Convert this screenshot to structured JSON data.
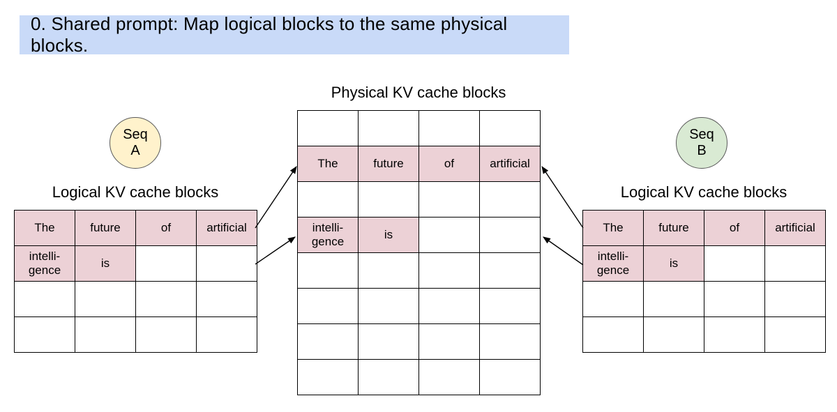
{
  "banner": {
    "text": "0. Shared prompt: Map logical blocks to the same physical blocks."
  },
  "colors": {
    "banner_bg": "#c9daf8",
    "pink_cell": "#ecd1d6",
    "seq_a_fill": "#fff2cc",
    "seq_b_fill": "#d9ead3",
    "table_border": "#000000"
  },
  "seq_a": {
    "label": "Seq\nA"
  },
  "seq_b": {
    "label": "Seq\nB"
  },
  "physical_table": {
    "heading": "Physical KV cache blocks",
    "rows": [
      [
        "",
        "",
        "",
        ""
      ],
      [
        "The",
        "future",
        "of",
        "artificial"
      ],
      [
        "",
        "",
        "",
        ""
      ],
      [
        "intelli-\ngence",
        "is",
        "",
        ""
      ],
      [
        "",
        "",
        "",
        ""
      ],
      [
        "",
        "",
        "",
        ""
      ],
      [
        "",
        "",
        "",
        ""
      ],
      [
        "",
        "",
        "",
        ""
      ]
    ],
    "pink_cells": [
      [
        1,
        0
      ],
      [
        1,
        1
      ],
      [
        1,
        2
      ],
      [
        1,
        3
      ],
      [
        3,
        0
      ],
      [
        3,
        1
      ]
    ]
  },
  "left_table": {
    "heading": "Logical KV cache blocks",
    "rows": [
      [
        "The",
        "future",
        "of",
        "artificial"
      ],
      [
        "intelli-\ngence",
        "is",
        "",
        ""
      ],
      [
        "",
        "",
        "",
        ""
      ],
      [
        "",
        "",
        "",
        ""
      ]
    ],
    "pink_cells": [
      [
        0,
        0
      ],
      [
        0,
        1
      ],
      [
        0,
        2
      ],
      [
        0,
        3
      ],
      [
        1,
        0
      ],
      [
        1,
        1
      ]
    ]
  },
  "right_table": {
    "heading": "Logical KV cache blocks",
    "rows": [
      [
        "The",
        "future",
        "of",
        "artificial"
      ],
      [
        "intelli-\ngence",
        "is",
        "",
        ""
      ],
      [
        "",
        "",
        "",
        ""
      ],
      [
        "",
        "",
        "",
        ""
      ]
    ],
    "pink_cells": [
      [
        0,
        0
      ],
      [
        0,
        1
      ],
      [
        0,
        2
      ],
      [
        0,
        3
      ],
      [
        1,
        0
      ],
      [
        1,
        1
      ]
    ]
  }
}
